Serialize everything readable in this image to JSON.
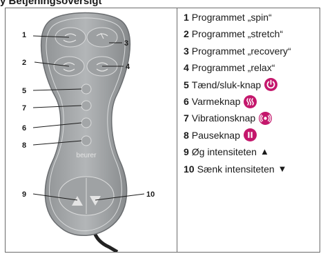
{
  "heading": "y Betjeningsoversigt",
  "callouts": [
    "1",
    "2",
    "3",
    "4",
    "5",
    "7",
    "6",
    "8",
    "9",
    "10"
  ],
  "device_brand": "beurer",
  "accent_color": "#c4176c",
  "items": [
    {
      "num": "1",
      "text": "Programmet „spin“"
    },
    {
      "num": "2",
      "text": "Programmet „stretch“"
    },
    {
      "num": "3",
      "text": "Programmet „recovery“"
    },
    {
      "num": "4",
      "text": "Programmet „relax“"
    },
    {
      "num": "5",
      "text": "Tænd/sluk-knap",
      "icon": "power-icon"
    },
    {
      "num": "6",
      "text": "Varmeknap",
      "icon": "heat-icon"
    },
    {
      "num": "7",
      "text": "Vibrationsknap",
      "icon": "vibration-icon"
    },
    {
      "num": "8",
      "text": "Pauseknap",
      "icon": "pause-icon"
    },
    {
      "num": "9",
      "text": "Øg intensiteten",
      "symbol": "▲"
    },
    {
      "num": "10",
      "text": "Sænk intensiteten",
      "symbol": "▼"
    }
  ]
}
